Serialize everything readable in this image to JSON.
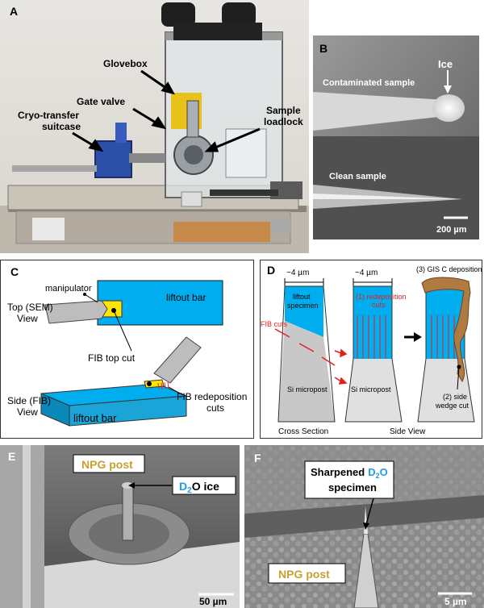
{
  "panelA": {
    "label": "A",
    "glovebox": "Glovebox",
    "gate_valve": "Gate valve",
    "cryo_line1": "Cryo-transfer",
    "cryo_line2": "suitcase",
    "sample_line1": "Sample",
    "sample_line2": "loadlock"
  },
  "panelB": {
    "label": "B",
    "ice": "Ice",
    "contaminated": "Contaminated sample",
    "clean": "Clean sample",
    "scale": "200 µm"
  },
  "panelC": {
    "label": "C",
    "top_view_line1": "Top (SEM)",
    "top_view_line2": "View",
    "side_view_line1": "Side (FIB)",
    "side_view_line2": "View",
    "manipulator": "manipulator",
    "liftout_bar_top": "liftout bar",
    "fib_top_cut": "FIB top cut",
    "fib_redep_line1": "FIB redeposition",
    "fib_redep_line2": "cuts",
    "liftout_bar_side": "liftout bar"
  },
  "panelD": {
    "label": "D",
    "width1": "~4 µm",
    "width2": "~4 µm",
    "gis": "(3) GIS C deposition",
    "liftout_line1": "liftout",
    "liftout_line2": "specimen",
    "redep_line1": "(1) redeposition",
    "redep_line2": "cuts",
    "fib_cuts": "FIB cuts",
    "si_micropost1": "Si micropost",
    "si_micropost2": "Si micropost",
    "side_line1": "(2) side",
    "side_line2": "wedge cut",
    "cross_section": "Cross Section",
    "side_view": "Side View"
  },
  "panelE": {
    "label": "E",
    "npg_post": "NPG post",
    "d2o_prefix": "D",
    "d2o_sub": "2",
    "d2o_suffix": "O ice",
    "scale": "50 µm"
  },
  "panelF": {
    "label": "F",
    "sharpened_line1": "Sharpened",
    "d2o_prefix": "D",
    "d2o_sub": "2",
    "d2o_suffix": "O",
    "specimen": "specimen",
    "npg_post": "NPG post",
    "scale": "5 µm"
  },
  "colors": {
    "npg_gold": "#c8a032",
    "d2o_blue": "#1e9ee6",
    "liftout_blue": "#00aeef",
    "fib_red": "#e02020",
    "gis_brown": "#b07a40"
  }
}
